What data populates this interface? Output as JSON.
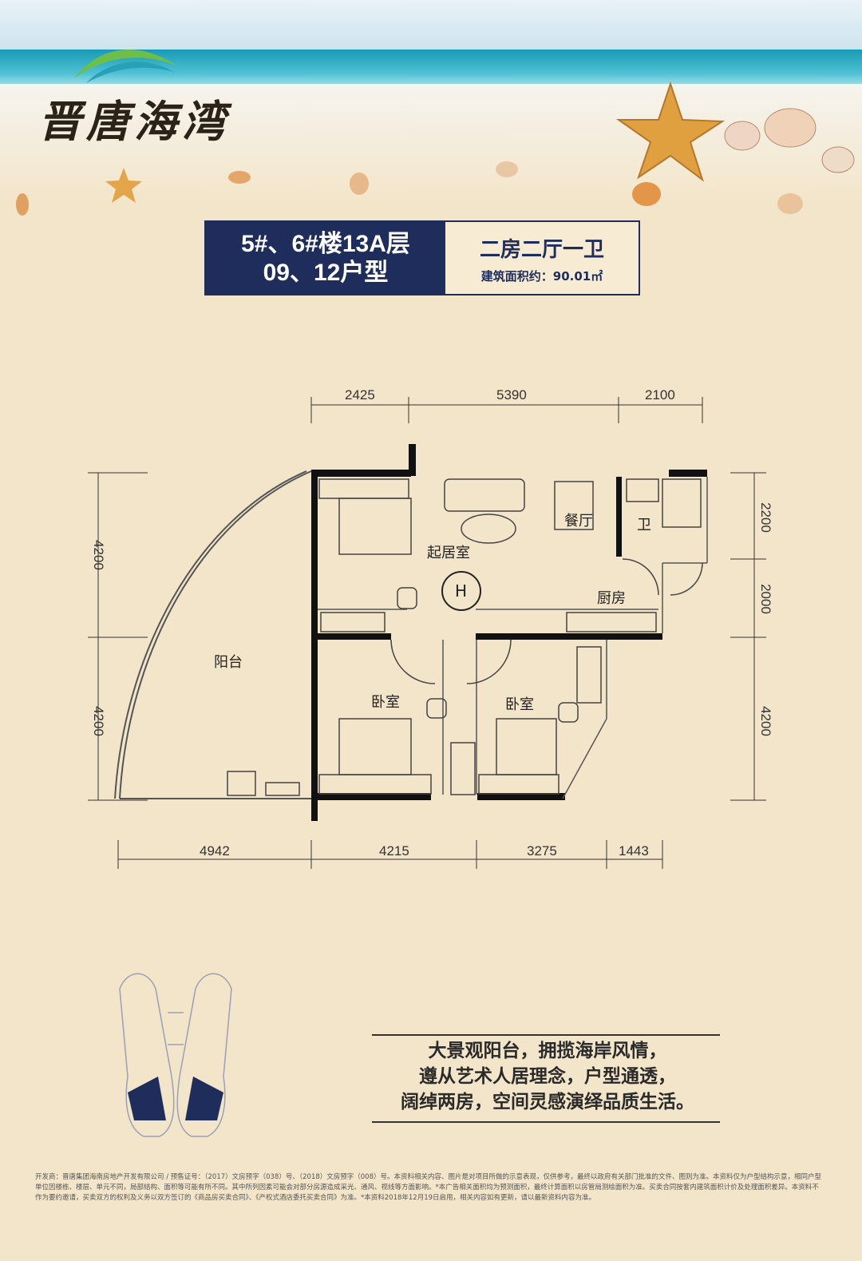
{
  "brand": {
    "name": "晋唐海湾"
  },
  "header": {
    "building": "5#、6#楼13A层",
    "unit": "09、12户型",
    "layout": "二房二厅一卫",
    "area_label": "建筑面积约：",
    "area_value": "90.01㎡"
  },
  "dimensions": {
    "top": [
      "2425",
      "5390",
      "2100"
    ],
    "bottom": [
      "4942",
      "4215",
      "3275",
      "1443"
    ],
    "left": [
      "4200",
      "4200"
    ],
    "right": [
      "2200",
      "2000",
      "4200"
    ]
  },
  "rooms": {
    "living": "起居室",
    "dining": "餐厅",
    "bath": "卫",
    "kitchen": "厨房",
    "balcony": "阳台",
    "bedroom_a": "卧室",
    "bedroom_b": "卧室",
    "h_mark": "H"
  },
  "slogan": [
    "大景观阳台，拥揽海岸风情，",
    "遵从艺术人居理念，户型通透，",
    "阔绰两房，空间灵感演绎品质生活。"
  ],
  "footer": "开发商：晋唐集团海南房地产开发有限公司 / 预售证号：（2017）文房预字（038）号、（2018）文房预字（008）号。本资料相关内容、图片是对项目所做的示意表现，仅供参考，最终以政府有关部门批准的文件、图则为准。本资料仅为户型结构示意，相同户型单位因楼栋、楼层、单元不同，局部结构、面积等可能有所不同。其中所列因素可能会对部分房源造成采光、通风、视线等方面影响。*本广告相关面积均为预测面积，最终计算面积以房管局测绘面积为准。买卖合同按套内建筑面积计价及处理面积差异。本资料不作为要约邀请，买卖双方的权利及义务以双方签订的《商品房买卖合同》、《产权式酒店委托买卖合同》为准。*本资料2018年12月19日启用，相关内容如有更新，请以最新资料内容为准。",
  "colors": {
    "navy": "#1f2d5c",
    "sand": "#f3e5c9",
    "sea": "#1a9ab7"
  }
}
